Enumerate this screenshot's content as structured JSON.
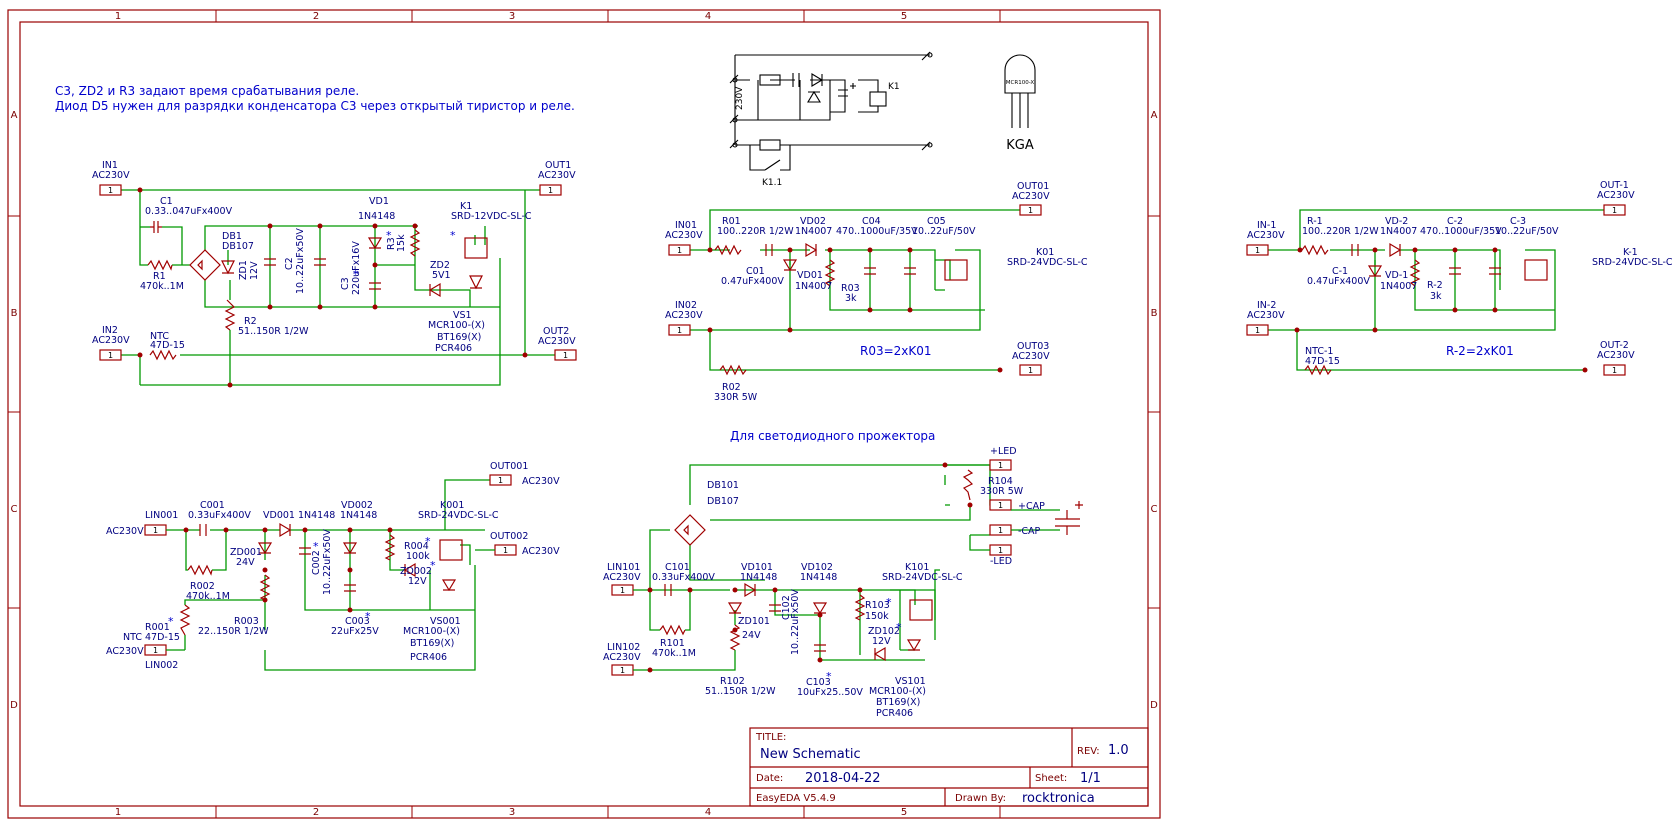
{
  "notes": {
    "line1": "C3, ZD2 и R3 задают время срабатывания реле.",
    "line2": "Диод D5 нужен для разрядки конденсатора C3 через открытый тиристор и реле.",
    "led_title": "Для светодиодного прожектора",
    "r03_note": "R03=2xK01",
    "r2_note": "R-2=2xK01"
  },
  "zones": {
    "columns": [
      "1",
      "2",
      "3",
      "4",
      "5"
    ],
    "rows": [
      "A",
      "B",
      "C",
      "D"
    ]
  },
  "circuit1": {
    "in1": "IN1",
    "in1_v": "AC230V",
    "out1": "OUT1",
    "out1_v": "AC230V",
    "in2": "IN2",
    "in2_v": "AC230V",
    "out2": "OUT2",
    "out2_v": "AC230V",
    "c1": "C1",
    "c1_v": "0.33..047uFx400V",
    "r1": "R1",
    "r1_v": "470k..1M",
    "db1": "DB1",
    "db1_v": "DB107",
    "zd1": "ZD1",
    "zd1_v": "12V",
    "c2": "C2",
    "c2_v": "10..22uFx50V",
    "vd1": "VD1",
    "vd1_v": "1N4148",
    "c3": "C3",
    "c3_v": "220uFx16V",
    "r3": "R3",
    "r3_v": "15k",
    "zd2": "ZD2",
    "zd2_v": "5V1",
    "k1": "K1",
    "k1_v": "SRD-12VDC-SL-C",
    "vs1": "VS1",
    "vs1_v1": "MCR100-(X)",
    "vs1_v2": "BT169(X)",
    "vs1_v3": "PCR406",
    "r2": "R2",
    "r2_v": "51..150R 1/2W",
    "ntc": "NTC",
    "ntc_v": "47D-15"
  },
  "circuit2": {
    "in01": "IN01",
    "in01_v": "AC230V",
    "out01": "OUT01",
    "out01_v": "AC230V",
    "in02": "IN02",
    "in02_v": "AC230V",
    "out03": "OUT03",
    "out03_v": "AC230V",
    "r01": "R01",
    "r01_v": "100..220R 1/2W",
    "c01": "C01",
    "c01_v": "0.47uFx400V",
    "vd02": "VD02",
    "vd02_v": "1N4007",
    "vd01": "VD01",
    "vd01_v": "1N4007",
    "r03": "R03",
    "r03_v": "3k",
    "c04": "C04",
    "c04_v": "470..1000uF/35V",
    "c05": "C05",
    "c05_v": "10..22uF/50V",
    "k01": "K01",
    "k01_v": "SRD-24VDC-SL-C",
    "r02": "R02",
    "r02_v": "330R 5W"
  },
  "circuit3": {
    "in1": "IN-1",
    "in1_v": "AC230V",
    "out1": "OUT-1",
    "out1_v": "AC230V",
    "in2": "IN-2",
    "in2_v": "AC230V",
    "out2": "OUT-2",
    "out2_v": "AC230V",
    "r1": "R-1",
    "r1_v": "100..220R 1/2W",
    "c1": "C-1",
    "c1_v": "0.47uFx400V",
    "vd2": "VD-2",
    "vd2_v": "1N4007",
    "vd1": "VD-1",
    "vd1_v": "1N4007",
    "r2": "R-2",
    "r2_v": "3k",
    "c2": "C-2",
    "c2_v": "470..1000uF/35V",
    "c3": "C-3",
    "c3_v": "10..22uF/50V",
    "k1": "K-1",
    "k1_v": "SRD-24VDC-SL-C",
    "ntc": "NTC-1",
    "ntc_v": "47D-15"
  },
  "circuit4": {
    "out001": "OUT001",
    "out001_v": "AC230V",
    "out002": "OUT002",
    "out002_v": "AC230V",
    "lin001": "LIN001",
    "lin001_v": "AC230V",
    "lin002": "LIN002",
    "lin002_v": "AC230V",
    "c001": "C001",
    "c001_v": "0.33uFx400V",
    "vd001": "VD001 1N4148",
    "vd002": "VD002",
    "vd002_v": "1N4148",
    "k001": "K001",
    "k001_v": "SRD-24VDC-SL-C",
    "zd001": "ZD001",
    "zd001_v": "24V",
    "c002": "C002",
    "c002_v": "10..22uFx50V",
    "r004": "R004",
    "r004_v": "100k",
    "zd002": "ZD002",
    "zd002_v": "12V",
    "r002": "R002",
    "r002_v": "470k..1M",
    "r001": "R001",
    "r001_v": "NTC 47D-15",
    "r003": "R003",
    "r003_v": "22..150R 1/2W",
    "c003": "C003",
    "c003_v": "22uFx25V",
    "vs001": "VS001",
    "vs001_v1": "MCR100-(X)",
    "vs001_v2": "BT169(X)",
    "vs001_v3": "PCR406"
  },
  "circuit5": {
    "db101": "DB101",
    "db101_v": "DB107",
    "led_p": "+LED",
    "led_m": "-LED",
    "cap_p": "+CAP",
    "cap_m": "-CAP",
    "r104": "R104",
    "r104_v": "330R 5W",
    "lin101": "LIN101",
    "lin101_v": "AC230V",
    "lin102": "LIN102",
    "lin102_v": "AC230V",
    "c101": "C101",
    "c101_v": "0.33uFx400V",
    "vd101": "VD101",
    "vd101_v": "1N4148",
    "vd102": "VD102",
    "vd102_v": "1N4148",
    "k101": "K101",
    "k101_v": "SRD-24VDC-SL-C",
    "zd101": "ZD101",
    "zd101_v": "24V",
    "c102": "C102",
    "c102_v": "10..22uFx50V",
    "r103": "R103",
    "r103_v": "150k",
    "zd102": "ZD102",
    "zd102_v": "12V",
    "r101": "R101",
    "r101_v": "470k..1M",
    "r102": "R102",
    "r102_v": "51..150R 1/2W",
    "c103": "C103",
    "c103_v": "10uFx25..50V",
    "vs101": "VS101",
    "vs101_v1": "MCR100-(X)",
    "vs101_v2": "BT169(X)",
    "vs101_v3": "PCR406"
  },
  "block": {
    "voltage": "230V",
    "k1": "K1",
    "k11": "K1.1",
    "pkg_label": "MCR100-X",
    "pins": "KGA"
  },
  "title_block": {
    "title_label": "TITLE:",
    "title": "New Schematic",
    "rev_label": "REV:",
    "rev": "1.0",
    "date_label": "Date:",
    "date": "2018-04-22",
    "sheet_label": "Sheet:",
    "sheet": "1/1",
    "tool": "EasyEDA V5.4.9",
    "drawn_label": "Drawn By:",
    "drawn": "rocktronica"
  },
  "colors": {
    "wire": "#009900",
    "component": "#a00000",
    "label": "#000080",
    "note": "#0000cc",
    "frame": "#9a0000"
  }
}
